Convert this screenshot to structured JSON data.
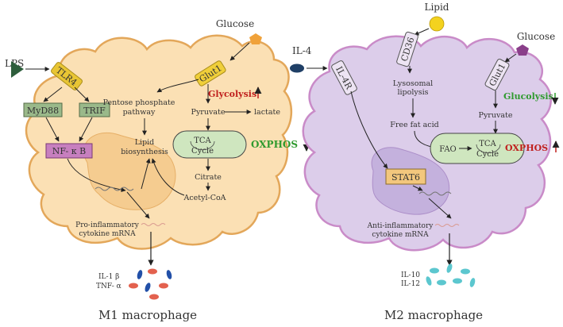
{
  "m1": {
    "caption": "M1 macrophage",
    "stimulus": "LPS",
    "glucose": "Glucose",
    "receptor": "TLR4",
    "adaptor1": "MyD88",
    "adaptor2": "TRIF",
    "transcription_factor": "NF- κ B",
    "transporter": "Glut1",
    "ppp_line1": "Pentose phosphate",
    "ppp_line2": "pathway",
    "glycolysis": "Glycolysis",
    "pyruvate": "Pyruvate",
    "lactate": "lactate",
    "lipid_line1": "Lipid",
    "lipid_line2": "biosynthesis",
    "tca_line1": "TCA",
    "tca_line2": "Cycle",
    "oxphos": "OXPHOS",
    "citrate": "Citrate",
    "acetyl_coa": "Acetyl-CoA",
    "mrna_line1": "Pro-inflammatory",
    "mrna_line2": "cytokine mRNA",
    "cytokine1": "IL-1 β",
    "cytokine2": "TNF- α"
  },
  "m2": {
    "caption": "M2 macrophage",
    "stimulus": "IL-4",
    "lipid": "Lipid",
    "glucose": "Glucose",
    "lipid_receptor": "CD36",
    "receptor": "IL-4R",
    "transporter": "Glut1",
    "lysosomal_line1": "Lysosomal",
    "lysosomal_line2": "lipolysis",
    "glycolysis": "Glucolysis",
    "pyruvate": "Pyruvate",
    "free_fatty_acid": "Free fat acid",
    "fao": "FAO",
    "tca_line1": "TCA",
    "tca_line2": "Cycle",
    "oxphos": "OXPHOS",
    "transcription_factor": "STAT6",
    "mrna_line1": "Anti-inflammatory",
    "mrna_line2": "cytokine mRNA",
    "cytokine1": "IL-10",
    "cytokine2": "IL-12"
  },
  "colors": {
    "m1_cell": "#fbe0b4",
    "m1_border": "#e3a75a",
    "m1_nucleus": "#f5c98a",
    "m2_cell": "#dccdea",
    "m2_border": "#c98bc8",
    "m2_nucleus": "#c2aedc",
    "tlr4": "#e8c534",
    "glut1_m1": "#f0cf3a",
    "green_box": "#9ab98a",
    "nfkb": "#c77fbf",
    "stat6": "#f3c77d",
    "tca_oval": "#cfe6bf",
    "glycolysis_m1": "#c0201e",
    "oxphos_m1": "#2f9a2f",
    "glycolysis_m2": "#2f9a2f",
    "oxphos_m2": "#c0201e",
    "lps": "#2e5e3c",
    "glucose_m1": "#f0a23a",
    "glucose_m2": "#8a3f8a",
    "lipid": "#f3d21f",
    "il4": "#1f3f66",
    "dots_blue": "#2250a8",
    "dots_red": "#e3614e",
    "dots_teal": "#5cc7cf"
  }
}
